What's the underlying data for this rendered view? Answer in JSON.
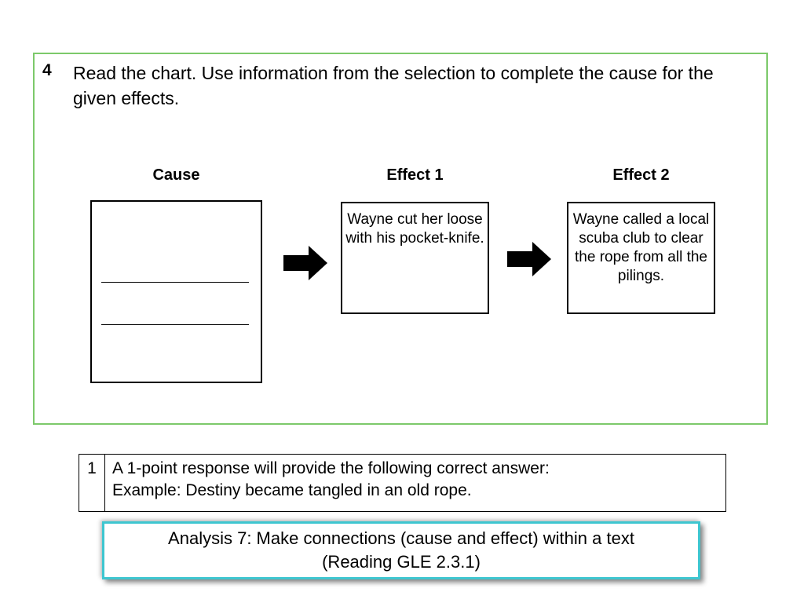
{
  "question": {
    "number": "4",
    "prompt": "Read the chart. Use information from the selection to complete the cause for the given effects."
  },
  "chart": {
    "cause_heading": "Cause",
    "effect1_heading": "Effect 1",
    "effect2_heading": "Effect 2",
    "effect1_text": "Wayne cut her loose with his pocket-knife.",
    "effect2_text": "Wayne called a local scuba club to clear the rope from all the pilings."
  },
  "scoring": {
    "points": "1",
    "line1": "A 1-point response will provide the following correct answer:",
    "line2": "Example: Destiny became tangled in an old rope."
  },
  "standard": {
    "line1": "Analysis 7:  Make connections (cause and effect) within a text",
    "line2": "(Reading GLE 2.3.1)"
  },
  "colors": {
    "panel_border": "#7cc96a",
    "standard_border": "#3ec6d0"
  },
  "icons": [
    "right-arrow-icon",
    "right-arrow-icon"
  ]
}
